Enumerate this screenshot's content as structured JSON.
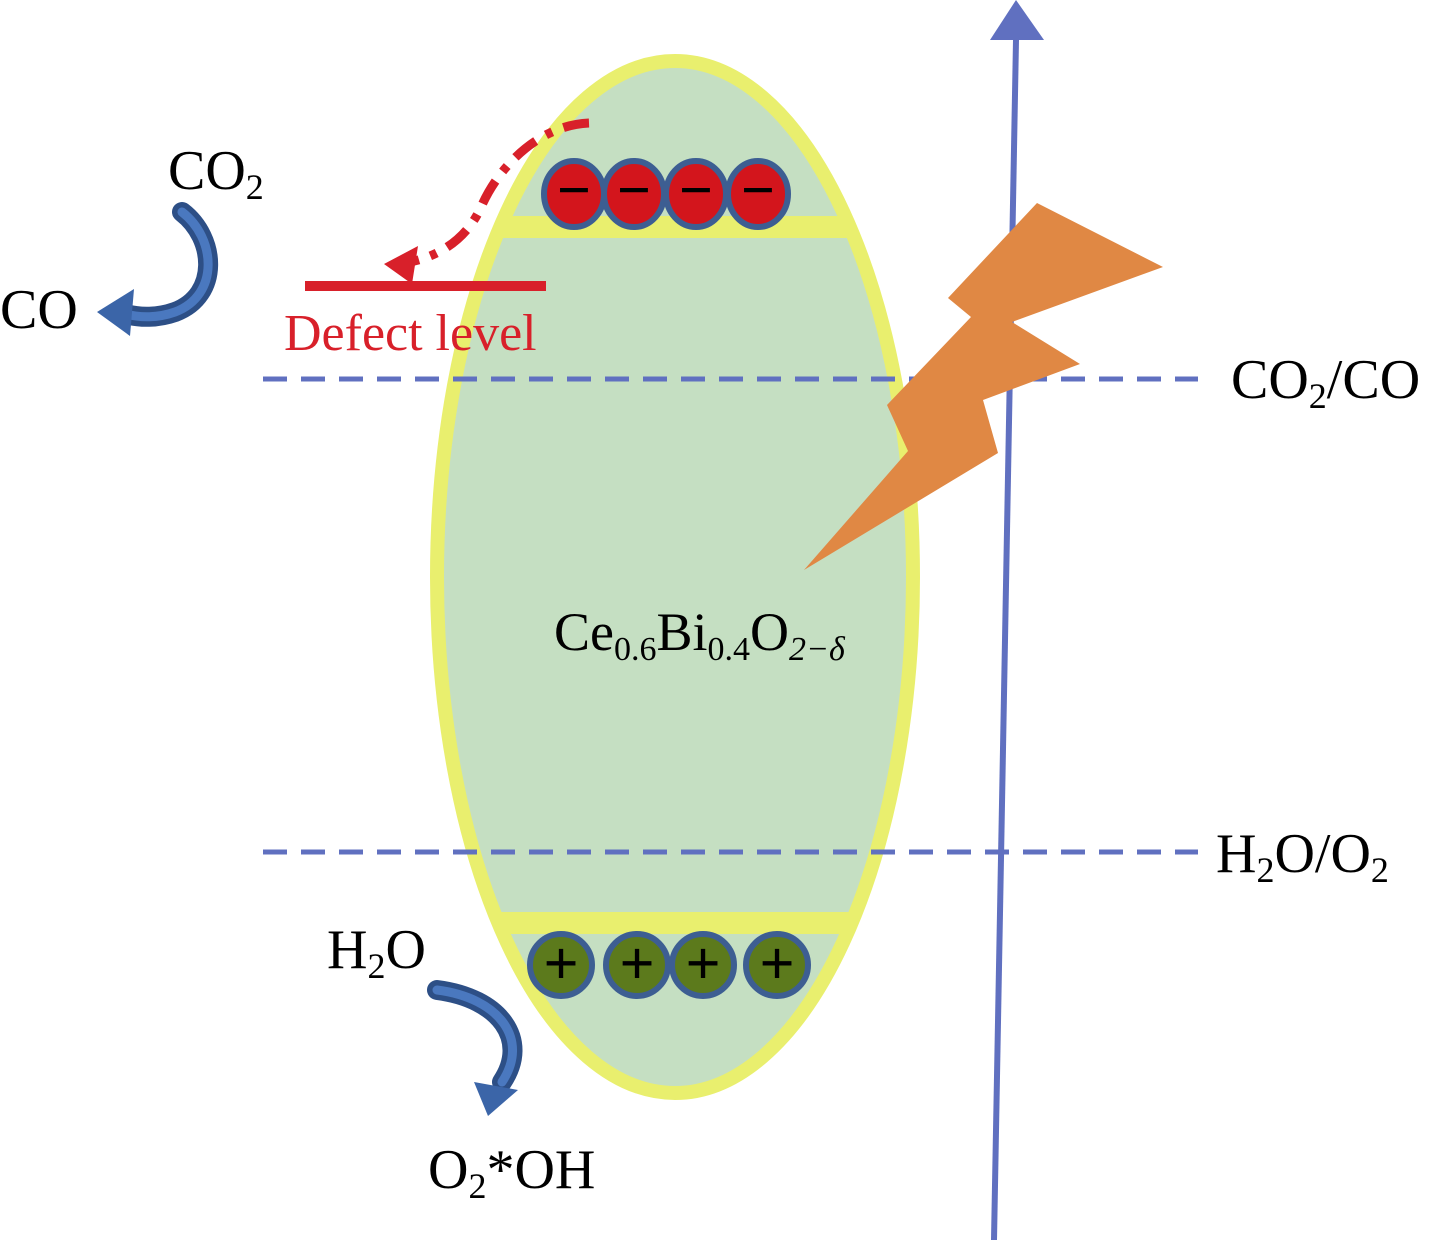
{
  "colors": {
    "ellipse_fill": "#c5dfc2",
    "ellipse_outline": "#e9ef6e",
    "axis_blue": "#6070c0",
    "defect_red": "#d8202a",
    "electron_fill": "#d3151c",
    "hole_fill": "#5c7a1c",
    "particle_outline": "#3d5e92",
    "lightning": "#e08844",
    "curved_arrow": "#3b65a8"
  },
  "labels": {
    "reduction_reactant": {
      "base": "CO",
      "sub": "2"
    },
    "reduction_product": "CO",
    "defect_level": "Defect level",
    "level_co2_co": {
      "a": "CO",
      "sub": "2",
      "b": "/CO"
    },
    "level_h2o_o2": {
      "a": "H",
      "sub1": "2",
      "b": "O/O",
      "sub2": "2"
    },
    "material": {
      "a": "Ce",
      "s1": "0.6",
      "b": "Bi",
      "s2": "0.4",
      "c": "O",
      "s3": "2−δ"
    },
    "oxidation_reactant": {
      "a": "H",
      "sub": "2",
      "b": "O"
    },
    "oxidation_product": {
      "a": "O",
      "sub": "2",
      "b": "*OH"
    }
  },
  "particles": {
    "electron_sign": "−",
    "hole_sign": "+",
    "electron_count": 4,
    "hole_count": 4
  },
  "icons": {
    "energy_axis": "up-arrow-icon",
    "light": "lightning-icon",
    "reduction": "curved-arrow-icon",
    "oxidation": "curved-arrow-icon",
    "electron_transfer": "dashed-curved-arrow-icon"
  }
}
